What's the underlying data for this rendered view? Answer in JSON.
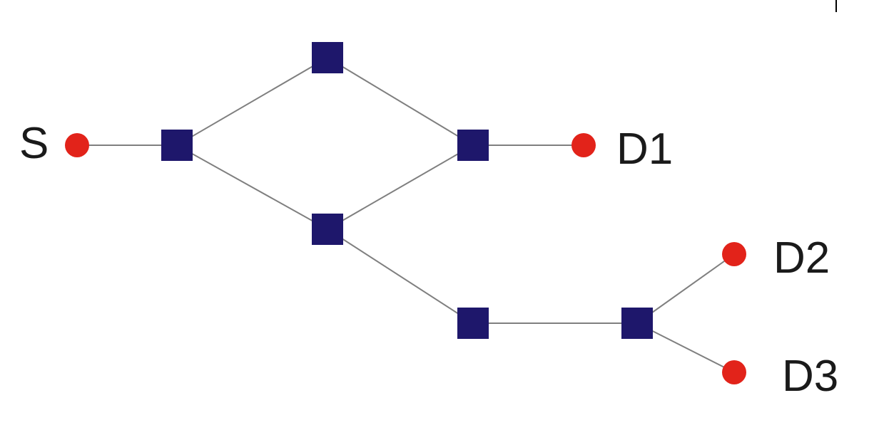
{
  "diagram": {
    "type": "network-topology",
    "colors": {
      "edge": "#7f7f7f",
      "router": "#1e176b",
      "endpoint": "#e2231a",
      "label": "#1a1a1a"
    },
    "nodes": [
      {
        "id": "S",
        "kind": "endpoint",
        "label": "S"
      },
      {
        "id": "R1",
        "kind": "router",
        "label": ""
      },
      {
        "id": "R2",
        "kind": "router",
        "label": ""
      },
      {
        "id": "R3",
        "kind": "router",
        "label": ""
      },
      {
        "id": "R4",
        "kind": "router",
        "label": ""
      },
      {
        "id": "R5",
        "kind": "router",
        "label": ""
      },
      {
        "id": "R6",
        "kind": "router",
        "label": ""
      },
      {
        "id": "D1",
        "kind": "endpoint",
        "label": "D1"
      },
      {
        "id": "D2",
        "kind": "endpoint",
        "label": "D2"
      },
      {
        "id": "D3",
        "kind": "endpoint",
        "label": "D3"
      }
    ],
    "edges": [
      [
        "S",
        "R1"
      ],
      [
        "R1",
        "R2"
      ],
      [
        "R1",
        "R3"
      ],
      [
        "R2",
        "R4"
      ],
      [
        "R3",
        "R4"
      ],
      [
        "R4",
        "D1"
      ],
      [
        "R3",
        "R5"
      ],
      [
        "R5",
        "R6"
      ],
      [
        "R6",
        "D2"
      ],
      [
        "R6",
        "D3"
      ]
    ]
  }
}
